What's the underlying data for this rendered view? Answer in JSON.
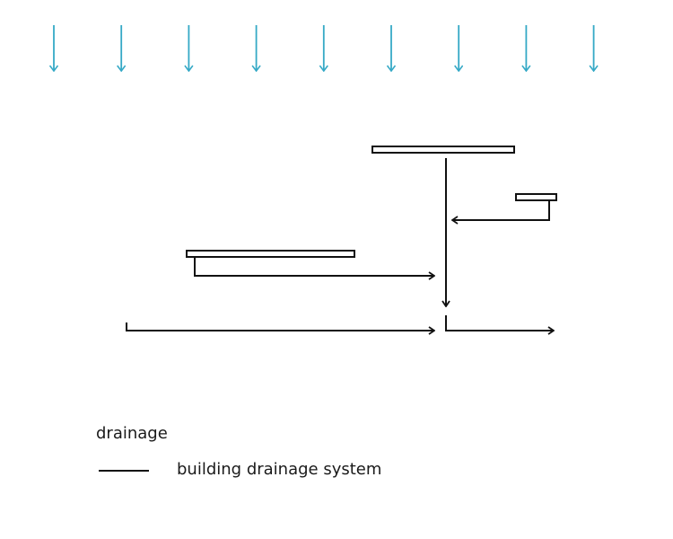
{
  "legend": {
    "title": "drainage",
    "items": [
      {
        "label": "building drainage system",
        "color": "#111111"
      }
    ]
  },
  "colors": {
    "rain": "#35a9c6",
    "drain": "#111111"
  },
  "rain_arrow_count": 9
}
